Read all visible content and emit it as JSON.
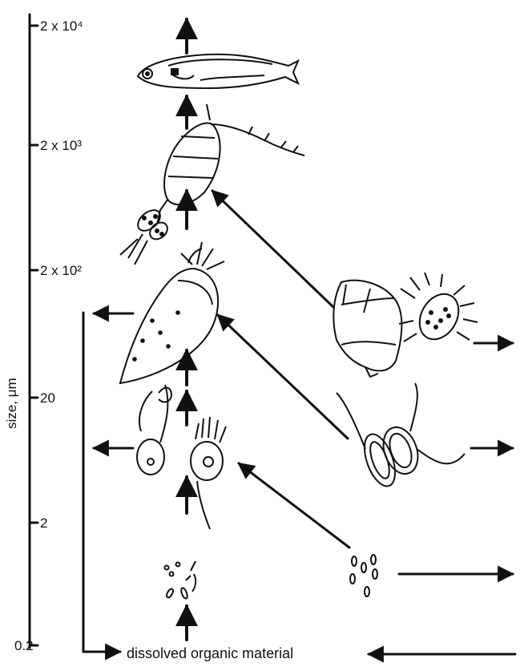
{
  "axis": {
    "title": "size, μm",
    "ticks": [
      {
        "label": "2 x 10⁴"
      },
      {
        "label": "2 x 10³"
      },
      {
        "label": "2 x 10²"
      },
      {
        "label": "20"
      },
      {
        "label": "2"
      },
      {
        "label": "0.2"
      }
    ]
  },
  "bottom_label": "dissolved organic material",
  "organisms": [
    "fish-icon",
    "copepod-icon",
    "tintinnid-ciliate-icon",
    "heterotrophic-flagellate-icon",
    "bacteria-icon",
    "dinoflagellate-icon",
    "ciliate-icon",
    "phytoflagellate-icon",
    "picoplankton-icon"
  ],
  "colors": {
    "ink": "#111111",
    "background": "#ffffff"
  }
}
